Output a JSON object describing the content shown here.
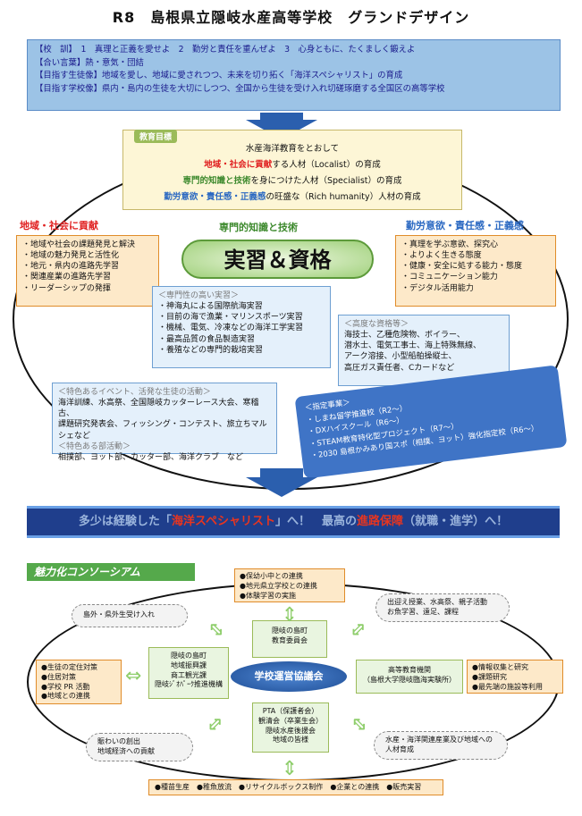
{
  "title": "R8　島根県立隠岐水産高等学校　グランドデザイン",
  "header": {
    "lines": [
      "【校　訓】　1　真理と正義を愛せよ　2　勤労と責任を重んぜよ　3　心身ともに、たくましく鍛えよ",
      "【合い言葉】熱・意気・団結",
      "【目指す生徒像】地域を愛し、地域に愛されつつ、未来を切り拓く「海洋スペシャリスト」の育成",
      "【目指す学校像】県内・島内の生徒を大切にしつつ、全国から生徒を受け入れ切磋琢磨する全国区の高等学校"
    ]
  },
  "goals": {
    "tag": "教育目標",
    "intro": "水産海洋教育をとおして",
    "l1_em": "地域・社会に貢献",
    "l1_rest": "する人材（Localist）の育成",
    "l2_em": "専門的知識と技術",
    "l2_rest": "を身につけた人材（Specialist）の育成",
    "l3_em": "勤労意欲・責任感・正義感",
    "l3_rest": "の旺盛な（Rich humanity）人材の育成"
  },
  "left_title": "地域・社会に貢献",
  "left_items": [
    "・地域や社会の課題発見と解決",
    "・地域の魅力発見と活性化",
    "・地元・県内の進路先学習",
    "・関連産業の進路先学習",
    "・リーダーシップの発揮"
  ],
  "mid_title": "専門的知識と技術",
  "main_pill": "実習＆資格",
  "right_title": "勤労意欲・責任感・正義感",
  "right_items": [
    "・真理を学ぶ意欲、探究心",
    "・よりよく生きる態度",
    "・健康・安全に処する能力・態度",
    "・コミュニケーション能力",
    "・デジタル活用能力"
  ],
  "practice": {
    "label": "＜専門性の高い実習＞",
    "items": [
      "・神海丸による国際航海実習",
      "・目前の海で漁業・マリンスポーツ実習",
      "・機械、電気、冷凍などの海洋工学実習",
      "・最高品質の食品製造実習",
      "・養殖などの専門的栽培実習"
    ]
  },
  "quals": {
    "label": "＜高度な資格等＞",
    "items": [
      "海技士、乙種危険物、ボイラー、",
      "潜水士、電気工事士、海上特殊無線、",
      "アーク溶接、小型船舶操縦士、",
      "高圧ガス責任者、Cカードなど"
    ]
  },
  "events": {
    "label1": "＜特色あるイベント、活発な生徒の活動＞",
    "items1": [
      "海洋訓練、水高祭、全国隠岐カッターレース大会、寒稽古、",
      "課題研究発表会、フィッシング・コンテスト、旅立ちマルシェなど"
    ],
    "label2": "＜特色ある部活動＞",
    "items2": [
      "相撲部、ヨット部、カッター部、海洋クラブ　など"
    ]
  },
  "designated": {
    "label": "＜指定事業＞",
    "items": [
      "・しまね留学推進校（R2～）",
      "・DXハイスクール（R6～）",
      "・STEAM教育特化型プロジェクト（R7～）",
      "・2030 島根かみあり国スポ（相撲、ヨット）強化指定校（R6～）"
    ]
  },
  "band": {
    "pre1": "多少は経験した「",
    "red1": "海洋スペシャリスト",
    "post1": "」へ！　最高の",
    "red2": "進路保障",
    "post2": "（就職・進学）へ！"
  },
  "consortium": {
    "title": "魅力化コンソーシアム",
    "top_items": [
      "●保幼小中との連携",
      "●地元県立学校との連携",
      "●体験学習の実施"
    ],
    "board": [
      "隠岐の島町",
      "教育委員会"
    ],
    "left_panel": [
      "隠岐の島町",
      "地域振興課",
      "商工観光課",
      "隠岐ｼﾞｵﾊﾟｰｸ推進機構"
    ],
    "center": "学校運営協議会",
    "right_panel": [
      "高等教育機関",
      "（島根大学隠岐臨海実験所）"
    ],
    "bottom_panel": [
      "PTA（保護者会）",
      "観清会（卒業生会）",
      "隠岐水産後援会",
      "地域の皆様"
    ],
    "outer_tl": "島外・県外生受け入れ",
    "outer_tr": [
      "出迎え授業、水高祭、親子活動",
      "お魚学習、遠足、課程"
    ],
    "outer_l": [
      "●生徒の定住対策",
      "●住居対策",
      "●学校 PR 活動",
      "●地域との連携"
    ],
    "outer_r": [
      "●情報収集と研究",
      "●課題研究",
      "●最先端の施設等利用"
    ],
    "outer_bl": [
      "賑わいの創出",
      "地域経済への貢献"
    ],
    "outer_br": [
      "水産・海洋関連産業及び地域への",
      "人材育成"
    ],
    "bottom_items": [
      "●種苗生産",
      "●稚魚放流",
      "●リサイクルボックス制作",
      "●企業との連携",
      "●販売実習"
    ]
  }
}
